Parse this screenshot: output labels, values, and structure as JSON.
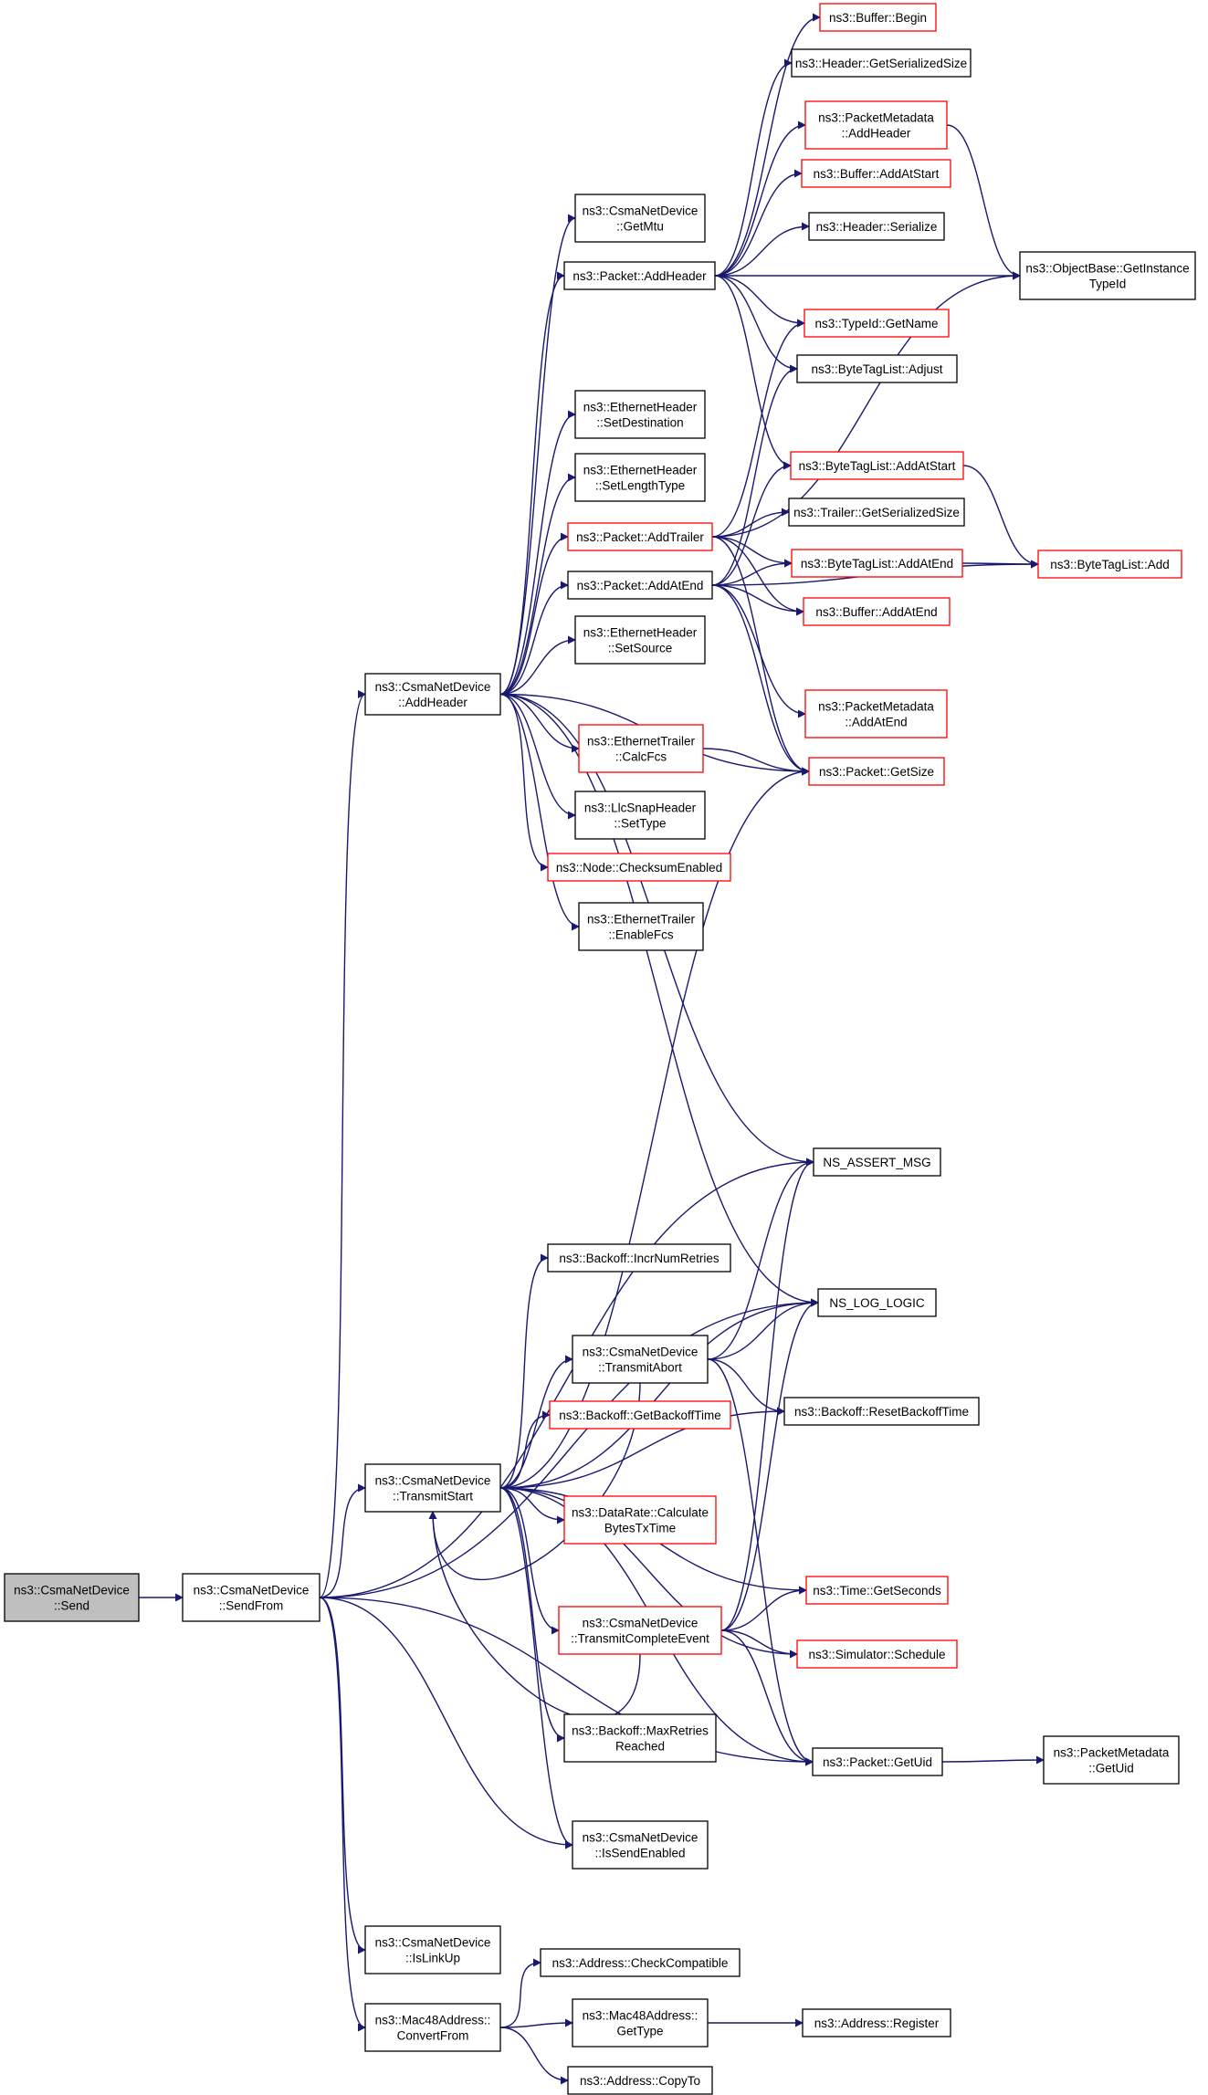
{
  "colors": {
    "edge": "#191970",
    "node_border_normal": "#000000",
    "node_border_truncated": "#ff0000",
    "node_fill_normal": "#ffffff",
    "node_fill_root": "#bfbfbf"
  },
  "graph": {
    "nodes": [
      {
        "id": "send",
        "lines": [
          "ns3::CsmaNetDevice",
          "::Send"
        ],
        "style": "root"
      },
      {
        "id": "sendfrom",
        "lines": [
          "ns3::CsmaNetDevice",
          "::SendFrom"
        ],
        "style": "normal"
      },
      {
        "id": "addheader_dev",
        "lines": [
          "ns3::CsmaNetDevice",
          "::AddHeader"
        ],
        "style": "normal"
      },
      {
        "id": "transmitstart",
        "lines": [
          "ns3::CsmaNetDevice",
          "::TransmitStart"
        ],
        "style": "normal"
      },
      {
        "id": "islinkup",
        "lines": [
          "ns3::CsmaNetDevice",
          "::IsLinkUp"
        ],
        "style": "normal"
      },
      {
        "id": "convertfrom",
        "lines": [
          "ns3::Mac48Address::",
          "ConvertFrom"
        ],
        "style": "normal"
      },
      {
        "id": "getmtu",
        "lines": [
          "ns3::CsmaNetDevice",
          "::GetMtu"
        ],
        "style": "normal"
      },
      {
        "id": "pkt_addheader",
        "lines": [
          "ns3::Packet::AddHeader"
        ],
        "style": "normal"
      },
      {
        "id": "eth_setdest",
        "lines": [
          "ns3::EthernetHeader",
          "::SetDestination"
        ],
        "style": "normal"
      },
      {
        "id": "eth_setlen",
        "lines": [
          "ns3::EthernetHeader",
          "::SetLengthType"
        ],
        "style": "normal"
      },
      {
        "id": "pkt_addtrailer",
        "lines": [
          "ns3::Packet::AddTrailer"
        ],
        "style": "truncated"
      },
      {
        "id": "pkt_addatend",
        "lines": [
          "ns3::Packet::AddAtEnd"
        ],
        "style": "normal"
      },
      {
        "id": "eth_setsrc",
        "lines": [
          "ns3::EthernetHeader",
          "::SetSource"
        ],
        "style": "normal"
      },
      {
        "id": "ethtr_calcfcs",
        "lines": [
          "ns3::EthernetTrailer",
          "::CalcFcs"
        ],
        "style": "truncated"
      },
      {
        "id": "llc_settype",
        "lines": [
          "ns3::LlcSnapHeader",
          "::SetType"
        ],
        "style": "normal"
      },
      {
        "id": "node_checksum",
        "lines": [
          "ns3::Node::ChecksumEnabled"
        ],
        "style": "truncated"
      },
      {
        "id": "ethtr_enablefcs",
        "lines": [
          "ns3::EthernetTrailer",
          "::EnableFcs"
        ],
        "style": "normal"
      },
      {
        "id": "buf_begin",
        "lines": [
          "ns3::Buffer::Begin"
        ],
        "style": "truncated"
      },
      {
        "id": "hdr_getsersize",
        "lines": [
          "ns3::Header::GetSerializedSize"
        ],
        "style": "normal"
      },
      {
        "id": "pm_addheader",
        "lines": [
          "ns3::PacketMetadata",
          "::AddHeader"
        ],
        "style": "truncated"
      },
      {
        "id": "buf_addatstart",
        "lines": [
          "ns3::Buffer::AddAtStart"
        ],
        "style": "truncated"
      },
      {
        "id": "hdr_serialize",
        "lines": [
          "ns3::Header::Serialize"
        ],
        "style": "normal"
      },
      {
        "id": "typeid_getname",
        "lines": [
          "ns3::TypeId::GetName"
        ],
        "style": "truncated"
      },
      {
        "id": "btl_adjust",
        "lines": [
          "ns3::ByteTagList::Adjust"
        ],
        "style": "normal"
      },
      {
        "id": "btl_addatstart",
        "lines": [
          "ns3::ByteTagList::AddAtStart"
        ],
        "style": "truncated"
      },
      {
        "id": "tr_getsersize",
        "lines": [
          "ns3::Trailer::GetSerializedSize"
        ],
        "style": "normal"
      },
      {
        "id": "btl_addatend",
        "lines": [
          "ns3::ByteTagList::AddAtEnd"
        ],
        "style": "truncated"
      },
      {
        "id": "buf_addatend",
        "lines": [
          "ns3::Buffer::AddAtEnd"
        ],
        "style": "truncated"
      },
      {
        "id": "pm_addatend",
        "lines": [
          "ns3::PacketMetadata",
          "::AddAtEnd"
        ],
        "style": "truncated"
      },
      {
        "id": "pkt_getsize",
        "lines": [
          "ns3::Packet::GetSize"
        ],
        "style": "truncated"
      },
      {
        "id": "ob_getinstance",
        "lines": [
          "ns3::ObjectBase::GetInstance",
          "TypeId"
        ],
        "style": "normal"
      },
      {
        "id": "btl_add",
        "lines": [
          "ns3::ByteTagList::Add"
        ],
        "style": "truncated"
      },
      {
        "id": "backoff_incr",
        "lines": [
          "ns3::Backoff::IncrNumRetries"
        ],
        "style": "normal"
      },
      {
        "id": "transmitabort",
        "lines": [
          "ns3::CsmaNetDevice",
          "::TransmitAbort"
        ],
        "style": "normal"
      },
      {
        "id": "backoff_gettime",
        "lines": [
          "ns3::Backoff::GetBackoffTime"
        ],
        "style": "truncated"
      },
      {
        "id": "datarate_calc",
        "lines": [
          "ns3::DataRate::Calculate",
          "BytesTxTime"
        ],
        "style": "truncated"
      },
      {
        "id": "transmitcomplete",
        "lines": [
          "ns3::CsmaNetDevice",
          "::TransmitCompleteEvent"
        ],
        "style": "truncated"
      },
      {
        "id": "backoff_maxret",
        "lines": [
          "ns3::Backoff::MaxRetries",
          "Reached"
        ],
        "style": "normal"
      },
      {
        "id": "issendenabled",
        "lines": [
          "ns3::CsmaNetDevice",
          "::IsSendEnabled"
        ],
        "style": "normal"
      },
      {
        "id": "ns_assert",
        "lines": [
          "NS_ASSERT_MSG"
        ],
        "style": "normal"
      },
      {
        "id": "ns_log",
        "lines": [
          "NS_LOG_LOGIC"
        ],
        "style": "normal"
      },
      {
        "id": "backoff_reset",
        "lines": [
          "ns3::Backoff::ResetBackoffTime"
        ],
        "style": "normal"
      },
      {
        "id": "time_getsec",
        "lines": [
          "ns3::Time::GetSeconds"
        ],
        "style": "truncated"
      },
      {
        "id": "sim_schedule",
        "lines": [
          "ns3::Simulator::Schedule"
        ],
        "style": "truncated"
      },
      {
        "id": "pkt_getuid",
        "lines": [
          "ns3::Packet::GetUid"
        ],
        "style": "normal"
      },
      {
        "id": "pm_getuid",
        "lines": [
          "ns3::PacketMetadata",
          "::GetUid"
        ],
        "style": "normal"
      },
      {
        "id": "addr_checkcompat",
        "lines": [
          "ns3::Address::CheckCompatible"
        ],
        "style": "normal"
      },
      {
        "id": "mac48_gettype",
        "lines": [
          "ns3::Mac48Address::",
          "GetType"
        ],
        "style": "normal"
      },
      {
        "id": "addr_copyto",
        "lines": [
          "ns3::Address::CopyTo"
        ],
        "style": "normal"
      },
      {
        "id": "addr_register",
        "lines": [
          "ns3::Address::Register"
        ],
        "style": "normal"
      }
    ],
    "edges": [
      [
        "send",
        "sendfrom"
      ],
      [
        "sendfrom",
        "addheader_dev"
      ],
      [
        "sendfrom",
        "transmitstart"
      ],
      [
        "sendfrom",
        "ns_assert"
      ],
      [
        "sendfrom",
        "ns_log"
      ],
      [
        "sendfrom",
        "issendenabled"
      ],
      [
        "sendfrom",
        "pkt_getuid"
      ],
      [
        "sendfrom",
        "islinkup"
      ],
      [
        "sendfrom",
        "convertfrom"
      ],
      [
        "addheader_dev",
        "getmtu"
      ],
      [
        "addheader_dev",
        "pkt_addheader"
      ],
      [
        "addheader_dev",
        "eth_setdest"
      ],
      [
        "addheader_dev",
        "eth_setlen"
      ],
      [
        "addheader_dev",
        "pkt_addtrailer"
      ],
      [
        "addheader_dev",
        "pkt_addatend"
      ],
      [
        "addheader_dev",
        "eth_setsrc"
      ],
      [
        "addheader_dev",
        "ethtr_calcfcs"
      ],
      [
        "addheader_dev",
        "llc_settype"
      ],
      [
        "addheader_dev",
        "node_checksum"
      ],
      [
        "addheader_dev",
        "ethtr_enablefcs"
      ],
      [
        "addheader_dev",
        "pkt_getsize"
      ],
      [
        "addheader_dev",
        "ns_assert"
      ],
      [
        "addheader_dev",
        "ns_log"
      ],
      [
        "pkt_addheader",
        "buf_begin"
      ],
      [
        "pkt_addheader",
        "hdr_getsersize"
      ],
      [
        "pkt_addheader",
        "pm_addheader"
      ],
      [
        "pkt_addheader",
        "buf_addatstart"
      ],
      [
        "pkt_addheader",
        "hdr_serialize"
      ],
      [
        "pkt_addheader",
        "ob_getinstance"
      ],
      [
        "pkt_addheader",
        "typeid_getname"
      ],
      [
        "pkt_addheader",
        "btl_adjust"
      ],
      [
        "pkt_addheader",
        "btl_addatstart"
      ],
      [
        "pm_addheader",
        "ob_getinstance"
      ],
      [
        "pkt_addtrailer",
        "typeid_getname"
      ],
      [
        "pkt_addtrailer",
        "ob_getinstance"
      ],
      [
        "pkt_addtrailer",
        "tr_getsersize"
      ],
      [
        "pkt_addtrailer",
        "btl_addatend"
      ],
      [
        "pkt_addtrailer",
        "buf_addatend"
      ],
      [
        "pkt_addtrailer",
        "pkt_getsize"
      ],
      [
        "pkt_addatend",
        "btl_adjust"
      ],
      [
        "pkt_addatend",
        "btl_addatstart"
      ],
      [
        "pkt_addatend",
        "btl_addatend"
      ],
      [
        "pkt_addatend",
        "buf_addatend"
      ],
      [
        "pkt_addatend",
        "btl_add"
      ],
      [
        "pkt_addatend",
        "pm_addatend"
      ],
      [
        "pkt_addatend",
        "pkt_getsize"
      ],
      [
        "btl_addatstart",
        "btl_add"
      ],
      [
        "btl_addatend",
        "btl_add"
      ],
      [
        "ethtr_calcfcs",
        "pkt_getsize"
      ],
      [
        "transmitstart",
        "pkt_getsize"
      ],
      [
        "transmitstart",
        "backoff_incr"
      ],
      [
        "transmitstart",
        "ns_log"
      ],
      [
        "transmitstart",
        "transmitabort"
      ],
      [
        "transmitstart",
        "backoff_gettime"
      ],
      [
        "transmitstart",
        "backoff_reset"
      ],
      [
        "transmitstart",
        "datarate_calc"
      ],
      [
        "transmitstart",
        "time_getsec"
      ],
      [
        "transmitstart",
        "transmitcomplete"
      ],
      [
        "transmitstart",
        "sim_schedule"
      ],
      [
        "transmitstart",
        "backoff_maxret"
      ],
      [
        "transmitstart",
        "issendenabled"
      ],
      [
        "transmitstart",
        "pkt_getuid"
      ],
      [
        "transmitabort",
        "ns_assert"
      ],
      [
        "transmitabort",
        "ns_log"
      ],
      [
        "transmitabort",
        "backoff_reset"
      ],
      [
        "transmitabort",
        "pkt_getuid"
      ],
      [
        "transmitabort",
        "transmitstart"
      ],
      [
        "transmitcomplete",
        "ns_assert"
      ],
      [
        "transmitcomplete",
        "ns_log"
      ],
      [
        "transmitcomplete",
        "time_getsec"
      ],
      [
        "transmitcomplete",
        "sim_schedule"
      ],
      [
        "transmitcomplete",
        "pkt_getuid"
      ],
      [
        "transmitcomplete",
        "transmitstart"
      ],
      [
        "pkt_getuid",
        "pm_getuid"
      ],
      [
        "convertfrom",
        "addr_checkcompat"
      ],
      [
        "convertfrom",
        "mac48_gettype"
      ],
      [
        "convertfrom",
        "addr_copyto"
      ],
      [
        "mac48_gettype",
        "addr_register"
      ]
    ]
  }
}
